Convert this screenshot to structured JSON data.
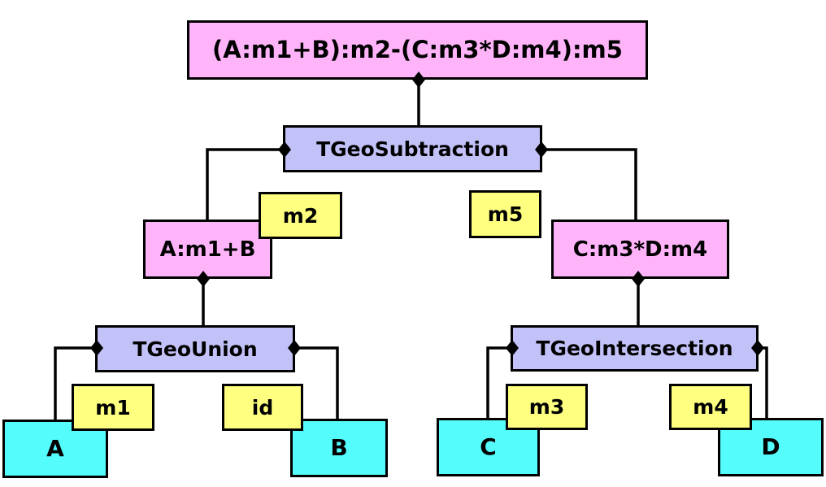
{
  "colors": {
    "composite_expression": "#FFB4FA",
    "boolean_operation": "#C2C2F8",
    "matrix": "#FFFF80",
    "primitive_shape": "#55FCFC",
    "connector": "#000000",
    "background": "#FFFFFF"
  },
  "nodes": {
    "root_expression": "(A:m1+B):m2-(C:m3*D:m4):m5",
    "subtraction": "TGeoSubtraction",
    "union": "TGeoUnion",
    "intersection": "TGeoIntersection",
    "left_expression": "A:m1+B",
    "right_expression": "C:m3*D:m4",
    "matrices": {
      "m1": "m1",
      "m2": "m2",
      "m3": "m3",
      "m4": "m4",
      "m5": "m5",
      "id": "id"
    },
    "shapes": {
      "a": "A",
      "b": "B",
      "c": "C",
      "d": "D"
    }
  }
}
